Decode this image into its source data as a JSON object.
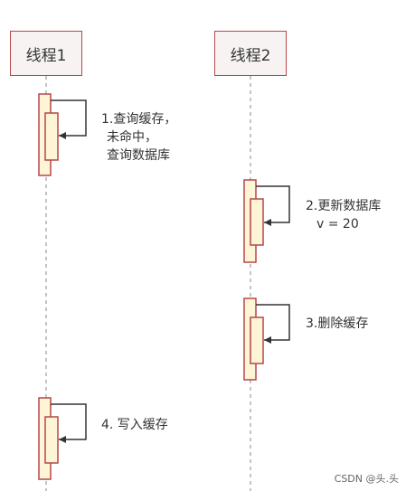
{
  "participants": [
    {
      "id": "t1",
      "label": "线程1"
    },
    {
      "id": "t2",
      "label": "线程2"
    }
  ],
  "steps": [
    {
      "participant": "t1",
      "lines": [
        "1.查询缓存，",
        "未命中，",
        "查询数据库"
      ]
    },
    {
      "participant": "t2",
      "lines": [
        "2.更新数据库",
        "v = 20"
      ]
    },
    {
      "participant": "t2",
      "lines": [
        "3.删除缓存"
      ]
    },
    {
      "participant": "t1",
      "lines": [
        "4. 写入缓存"
      ]
    }
  ],
  "watermark": "CSDN @头.头",
  "colors": {
    "box_border": "#b5474b",
    "box_fill": "#f8f3f3",
    "activation_border": "#b5474b",
    "activation_fill": "#fdf5d6",
    "lifeline": "#8a8a8a",
    "arrow": "#333333"
  }
}
